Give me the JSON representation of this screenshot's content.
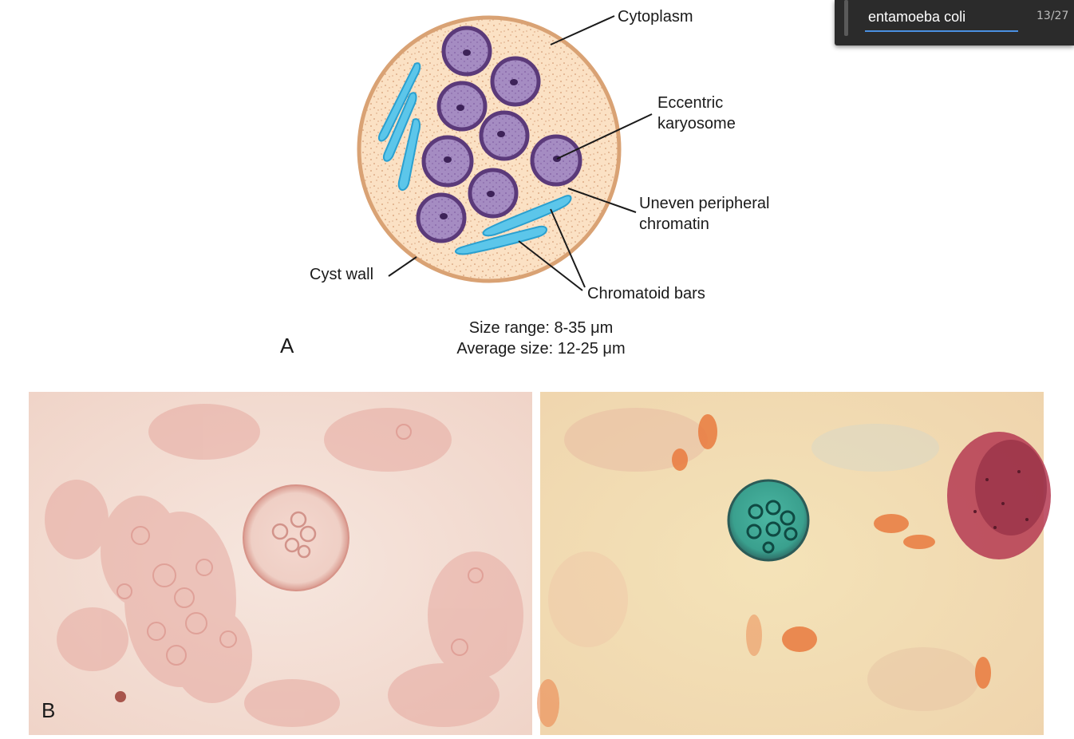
{
  "find_bar": {
    "query": "entamoeba coli",
    "match_count": "13/27"
  },
  "diagram": {
    "labels": {
      "cytoplasm": "Cytoplasm",
      "eccentric_karyosome": "Eccentric\nkaryosome",
      "uneven_peripheral_chromatin": "Uneven peripheral\nchromatin",
      "chromatoid_bars": "Chromatoid bars",
      "cyst_wall": "Cyst wall"
    },
    "panel_a": "A",
    "size_range": "Size range: 8-35 μm",
    "average_size": "Average size: 12-25 μm"
  },
  "photos": {
    "panel_b": "B"
  },
  "colors": {
    "cyst_fill": "#fbe1c4",
    "cyst_wall": "#d9a274",
    "nucleus": "#7e5a9c",
    "chromatoid": "#5cc6ea",
    "find_accent": "#4a90e2"
  }
}
